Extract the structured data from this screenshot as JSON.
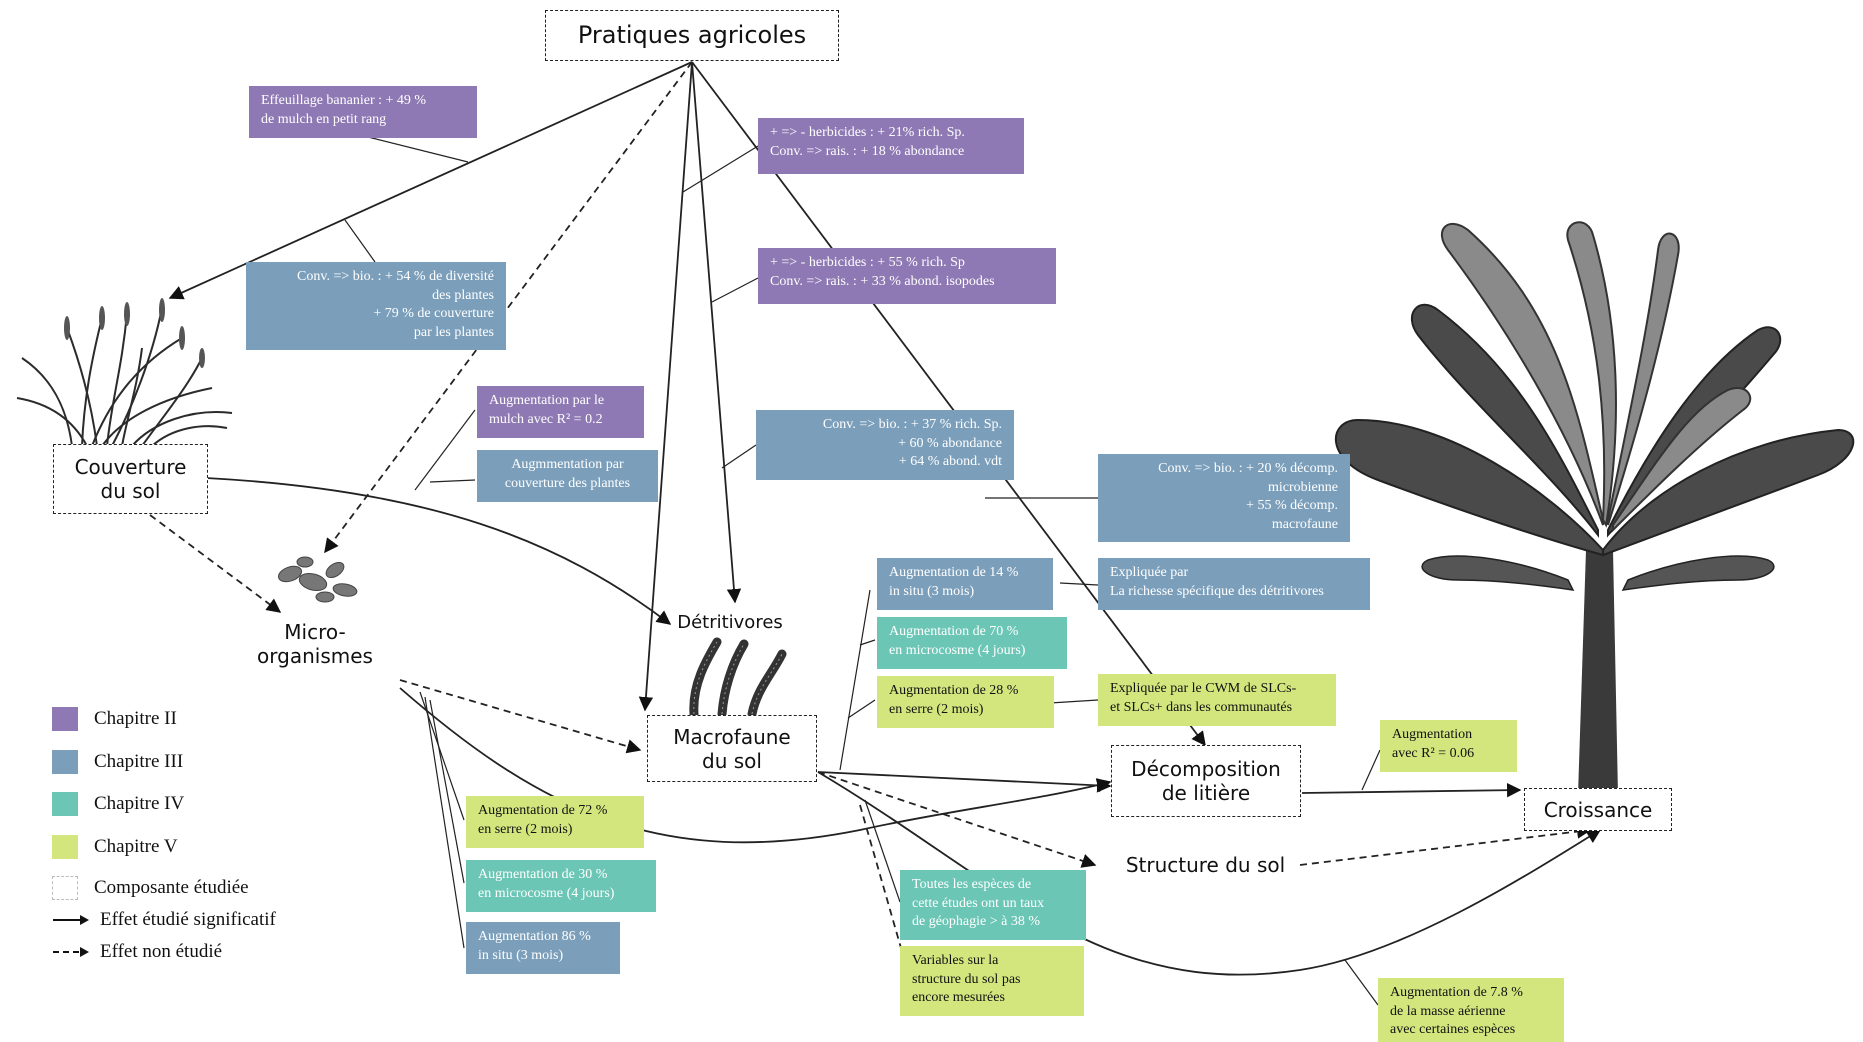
{
  "colors": {
    "chap2": "#8e79b4",
    "chap3": "#7b9fbb",
    "chap4": "#6cc6b5",
    "chap5": "#d3e67e"
  },
  "nodes": {
    "pratiques": "Pratiques agricoles",
    "couverture": "Couverture\ndu sol",
    "microorganismes": "Micro-\norganismes",
    "detritivores": "Détritivores",
    "macrofaune": "Macrofaune\ndu sol",
    "decomposition": "Décomposition\nde litière",
    "structure": "Structure du sol",
    "croissance": "Croissance"
  },
  "annotations": {
    "effeuillage": "Effeuillage bananier : + 49 %\nde mulch en petit rang",
    "conv_bio_plantes": "Conv. => bio. : + 54 % de diversité\ndes plantes\n+ 79 % de couverture\npar les plantes",
    "aug_mulch": "Augmentation par le\nmulch avec R² = 0.2",
    "aug_couverture": "Augmmentation  par\ncouverture des plantes",
    "herbicides_1": "+ => - herbicides :  + 21% rich. Sp.\nConv. => rais. : + 18 % abondance",
    "herbicides_2": "+ => - herbicides :  + 55 % rich. Sp\nConv. => rais. : + 33 % abond. isopodes",
    "conv_bio_macro": "Conv. => bio. : + 37 % rich. Sp.\n+ 60 % abondance\n+ 64 % abond. vdt",
    "conv_bio_decomp": "Conv. => bio. : + 20 % décomp.\nmicrobienne\n+ 55 % décomp.\nmacrofaune",
    "aug_14": "Augmentation de 14 %\nin situ (3 mois)",
    "aug_70": "Augmentation de 70 %\nen microcosme (4 jours)",
    "aug_28": "Augmentation de 28 %\nen serre (2 mois)",
    "expliquee_richesse": "Expliquée par\nLa richesse spécifique des détritivores",
    "expliquee_cwm": "Expliquée par le CWM de SLCs-\net SLCs+ dans les communautés",
    "aug_r2_006": "Augmentation\navec R² = 0.06",
    "aug_72": "Augmentation de 72 %\nen serre (2 mois)",
    "aug_30": "Augmentation de 30 %\nen microcosme (4 jours)",
    "aug_86": "Augmentation 86 %\nin situ (3 mois)",
    "geophagie": "Toutes les espèces de\ncette études ont un taux\nde géophagie > à 38 %",
    "variables": "Variables sur la\nstructure du sol pas\nencore mesurées",
    "aug_78": "Augmentation de 7.8 %\nde la masse aérienne\navec certaines espèces"
  },
  "legend": {
    "chap2": "Chapitre II",
    "chap3": "Chapitre III",
    "chap4": "Chapitre IV",
    "chap5": "Chapitre V",
    "composante": "Composante étudiée",
    "significatif": "Effet étudié significatif",
    "non_etudie": "Effet non étudié"
  },
  "illustrations": {
    "grass": "grass-illustration",
    "microbes": "microbes-illustration",
    "millipedes": "millipede-illustration",
    "banana": "banana-plant-illustration"
  }
}
